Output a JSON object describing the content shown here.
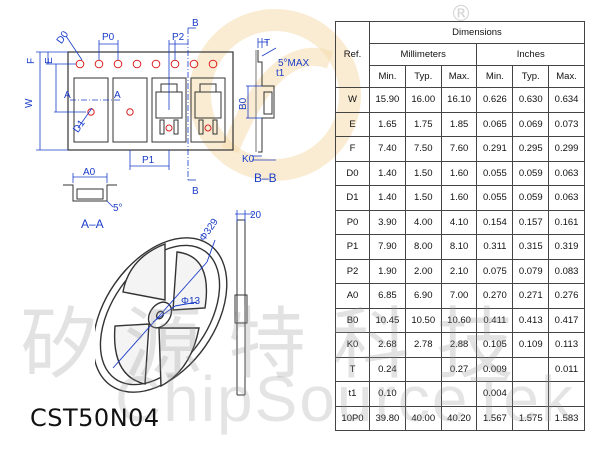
{
  "part_number": "CST50N04",
  "watermark": {
    "cn": "矽源特科技",
    "en": "ChipSourceTek",
    "reg_mark": "®"
  },
  "drawing": {
    "labels": {
      "d0": "D0",
      "p0": "P0",
      "p2": "P2",
      "e": "E",
      "f": "F",
      "w": "W",
      "a_left": "A",
      "a_right": "A",
      "d1": "D1",
      "p1": "P1",
      "b_top": "B",
      "b_bottom": "B",
      "t": "T",
      "t1": "t1",
      "max5": "5°MAX",
      "b0": "B0",
      "k0": "K0",
      "section_bb": "B–B",
      "a0": "A0",
      "deg5": "5°",
      "section_aa": "A–A",
      "reel_dia": "Φ329",
      "hub_dia": "Φ13",
      "reel_width": "20"
    }
  },
  "table": {
    "title": "Dimensions",
    "ref_header": "Ref.",
    "groups": [
      "Millimeters",
      "Inches"
    ],
    "subheaders": [
      "Min.",
      "Typ.",
      "Max.",
      "Min.",
      "Typ.",
      "Max."
    ],
    "rows": [
      {
        "ref": "W",
        "cells": [
          "15.90",
          "16.00",
          "16.10",
          "0.626",
          "0.630",
          "0.634"
        ]
      },
      {
        "ref": "E",
        "cells": [
          "1.65",
          "1.75",
          "1.85",
          "0.065",
          "0.069",
          "0.073"
        ]
      },
      {
        "ref": "F",
        "cells": [
          "7.40",
          "7.50",
          "7.60",
          "0.291",
          "0.295",
          "0.299"
        ]
      },
      {
        "ref": "D0",
        "cells": [
          "1.40",
          "1.50",
          "1.60",
          "0.055",
          "0.059",
          "0.063"
        ]
      },
      {
        "ref": "D1",
        "cells": [
          "1.40",
          "1.50",
          "1.60",
          "0.055",
          "0.059",
          "0.063"
        ]
      },
      {
        "ref": "P0",
        "cells": [
          "3.90",
          "4.00",
          "4.10",
          "0.154",
          "0.157",
          "0.161"
        ]
      },
      {
        "ref": "P1",
        "cells": [
          "7.90",
          "8.00",
          "8.10",
          "0.311",
          "0.315",
          "0.319"
        ]
      },
      {
        "ref": "P2",
        "cells": [
          "1.90",
          "2.00",
          "2.10",
          "0.075",
          "0.079",
          "0.083"
        ]
      },
      {
        "ref": "A0",
        "cells": [
          "6.85",
          "6.90",
          "7.00",
          "0.270",
          "0.271",
          "0.276"
        ]
      },
      {
        "ref": "B0",
        "cells": [
          "10.45",
          "10.50",
          "10.60",
          "0.411",
          "0.413",
          "0.417"
        ]
      },
      {
        "ref": "K0",
        "cells": [
          "2.68",
          "2.78",
          "2.88",
          "0.105",
          "0.109",
          "0.113"
        ]
      },
      {
        "ref": "T",
        "cells": [
          "0.24",
          "",
          "0.27",
          "0.009",
          "",
          "0.011"
        ]
      },
      {
        "ref": "t1",
        "cells": [
          "0.10",
          "",
          "",
          "0.004",
          "",
          ""
        ]
      },
      {
        "ref": "10P0",
        "cells": [
          "39.80",
          "40.00",
          "40.20",
          "1.567",
          "1.575",
          "1.583"
        ]
      }
    ]
  },
  "colors": {
    "line": "#333333",
    "dim_blue": "#1a3cc8",
    "hole_red": "#d22",
    "watermark": "#f3c98a"
  }
}
